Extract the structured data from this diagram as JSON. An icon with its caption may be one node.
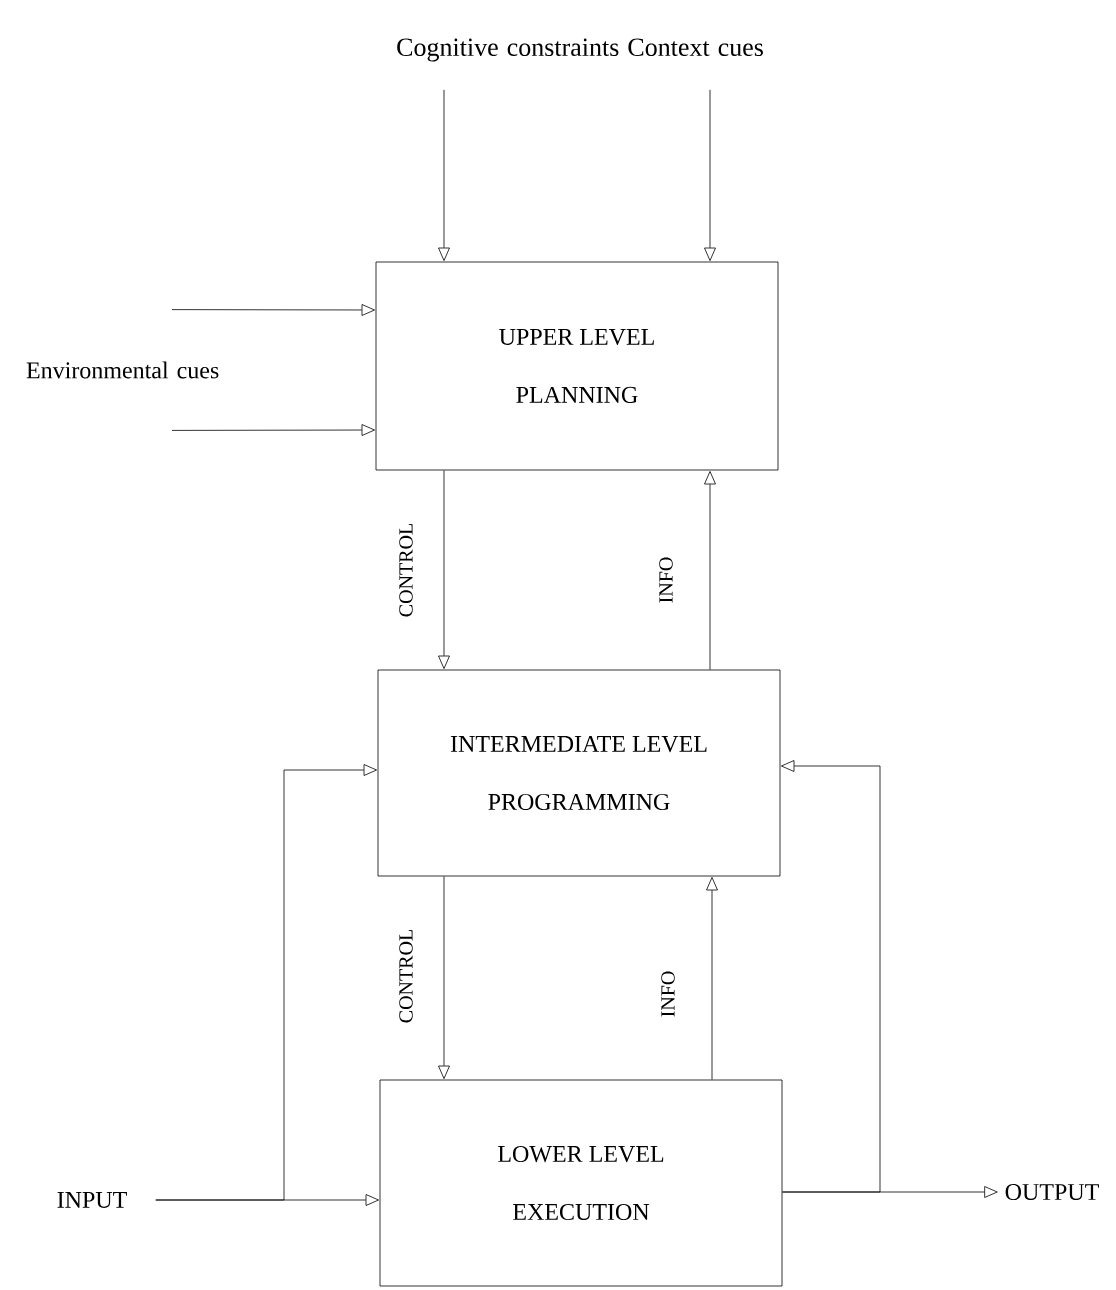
{
  "diagram": {
    "nodes": [
      {
        "text": [
          "Cognitive constraints Context cues"
        ]
      },
      {
        "text": [
          "Environmental cues"
        ]
      },
      {
        "text": [
          "UPPER LEVEL",
          "PLANNING"
        ]
      },
      {
        "text": [
          "INTERMEDIATE LEVEL",
          "PROGRAMMING"
        ]
      },
      {
        "text": [
          "LOWER LEVEL",
          "EXECUTION"
        ]
      },
      {
        "text": [
          "INPUT"
        ]
      },
      {
        "text": [
          "OUTPUT"
        ]
      }
    ],
    "edges": [
      {
        "from": 0,
        "to": 2,
        "arrow": "to"
      },
      {
        "from": 0,
        "to": 2,
        "arrow": "to"
      },
      {
        "from": 1,
        "to": 2,
        "arrow": "to"
      },
      {
        "from": 1,
        "to": 2,
        "arrow": "to"
      },
      {
        "from": 2,
        "to": 3,
        "arrow": "to",
        "label": "CONTROL"
      },
      {
        "from": 3,
        "to": 2,
        "arrow": "to",
        "label": "INFO"
      },
      {
        "from": 3,
        "to": 4,
        "arrow": "to",
        "label": "CONTROL"
      },
      {
        "from": 4,
        "to": 3,
        "arrow": "to",
        "label": "INFO"
      },
      {
        "from": 5,
        "to": 4,
        "arrow": "to"
      },
      {
        "from": 5,
        "to": 3,
        "arrow": "to"
      },
      {
        "from": 4,
        "to": 6,
        "arrow": "to"
      },
      {
        "from": 4,
        "to": 3,
        "arrow": "to"
      }
    ]
  }
}
